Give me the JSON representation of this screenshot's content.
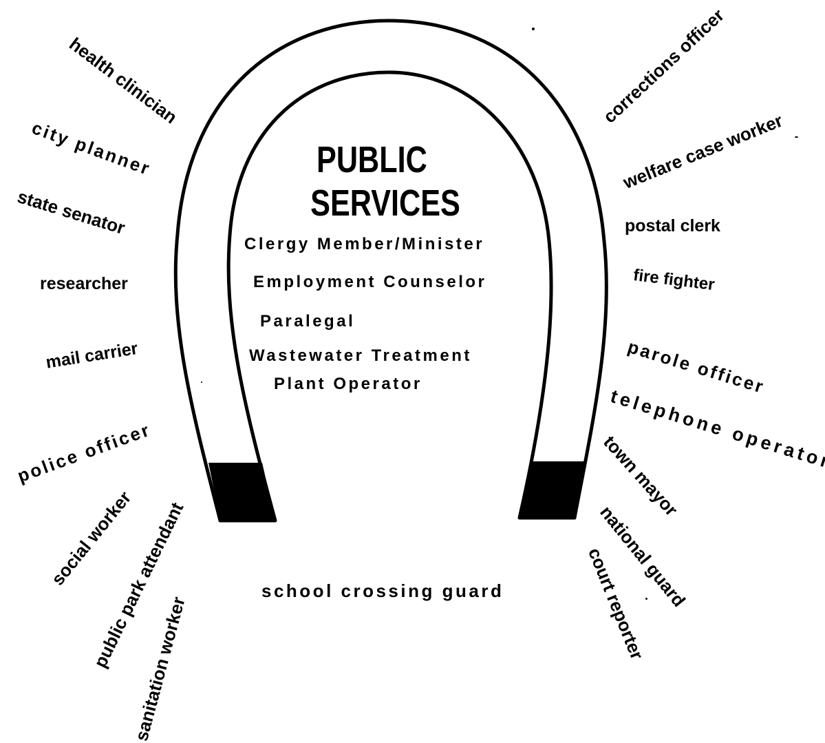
{
  "diagram": {
    "title_line1": "PUBLIC",
    "title_line2": "SERVICES",
    "inner_jobs": [
      "Clergy Member/Minister",
      "Employment Counselor",
      "Paralegal",
      "Wastewater Treatment",
      "Plant Operator"
    ],
    "left_jobs": [
      "health clinician",
      "city planner",
      "state senator",
      "researcher",
      "mail carrier",
      "police officer",
      "social worker",
      "public park attendant",
      "sanitation worker"
    ],
    "right_jobs": [
      "corrections officer",
      "welfare case worker",
      "postal clerk",
      "fire fighter",
      "parole officer",
      "telephone operator",
      "town mayor",
      "national guard",
      "court reporter"
    ],
    "bottom_job": "school crossing guard"
  }
}
